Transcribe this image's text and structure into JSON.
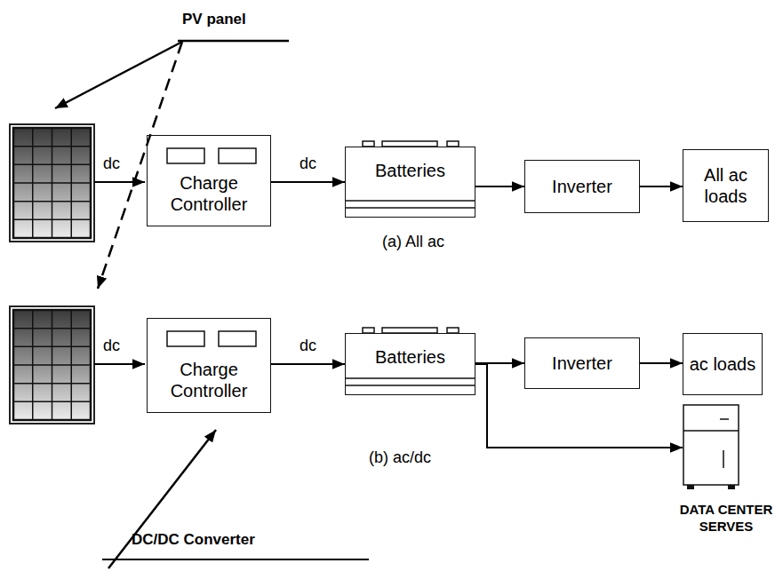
{
  "diagram": {
    "nodes": [
      {
        "text": [
          "Charge Controller"
        ]
      },
      {
        "text": [
          "Batteries"
        ]
      },
      {
        "text": [
          "Inverter"
        ]
      },
      {
        "text": [
          "All ac loads"
        ]
      },
      {
        "text": [
          "Charge Controller"
        ]
      },
      {
        "text": [
          "Batteries"
        ]
      },
      {
        "text": [
          "Inverter"
        ]
      },
      {
        "text": [
          "ac loads"
        ]
      },
      {
        "text": [
          "DATA CENTER SERVES"
        ]
      }
    ],
    "edges": [
      {
        "from": 0,
        "to": 1,
        "label": "dc",
        "arrow": "to"
      },
      {
        "from": 1,
        "to": 2,
        "arrow": "to"
      },
      {
        "from": 2,
        "to": 3,
        "arrow": "to"
      },
      {
        "from": 4,
        "to": 5,
        "label": "dc",
        "arrow": "to"
      },
      {
        "from": 5,
        "to": 6,
        "arrow": "to"
      },
      {
        "from": 6,
        "to": 7,
        "arrow": "to"
      },
      {
        "from": 5,
        "to": 8,
        "arrow": "to"
      }
    ],
    "labels": [
      "PV panel",
      "dc",
      "(a) All ac",
      "dc",
      "(b) ac/dc",
      "DC/DC Converter"
    ]
  }
}
